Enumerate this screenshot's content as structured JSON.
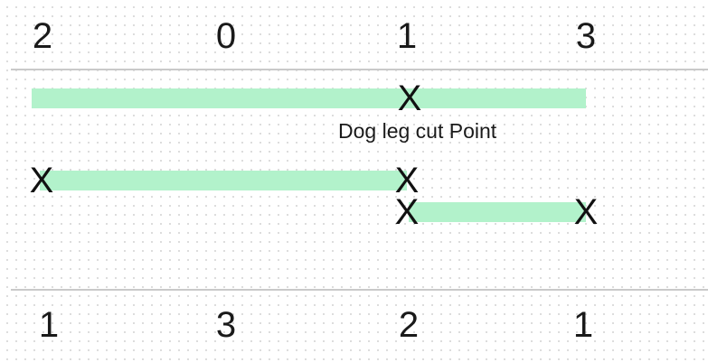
{
  "top_row_numbers": [
    "2",
    "0",
    "1",
    "3"
  ],
  "bottom_row_numbers": [
    "1",
    "3",
    "2",
    "1"
  ],
  "cut_marker": "X",
  "cut_label": "Dog leg cut Point",
  "colors": {
    "bar": "#b2f2cb",
    "divider": "#c9c9c9",
    "text": "#1a1a1a",
    "grid_dot": "#d4d4d4"
  }
}
